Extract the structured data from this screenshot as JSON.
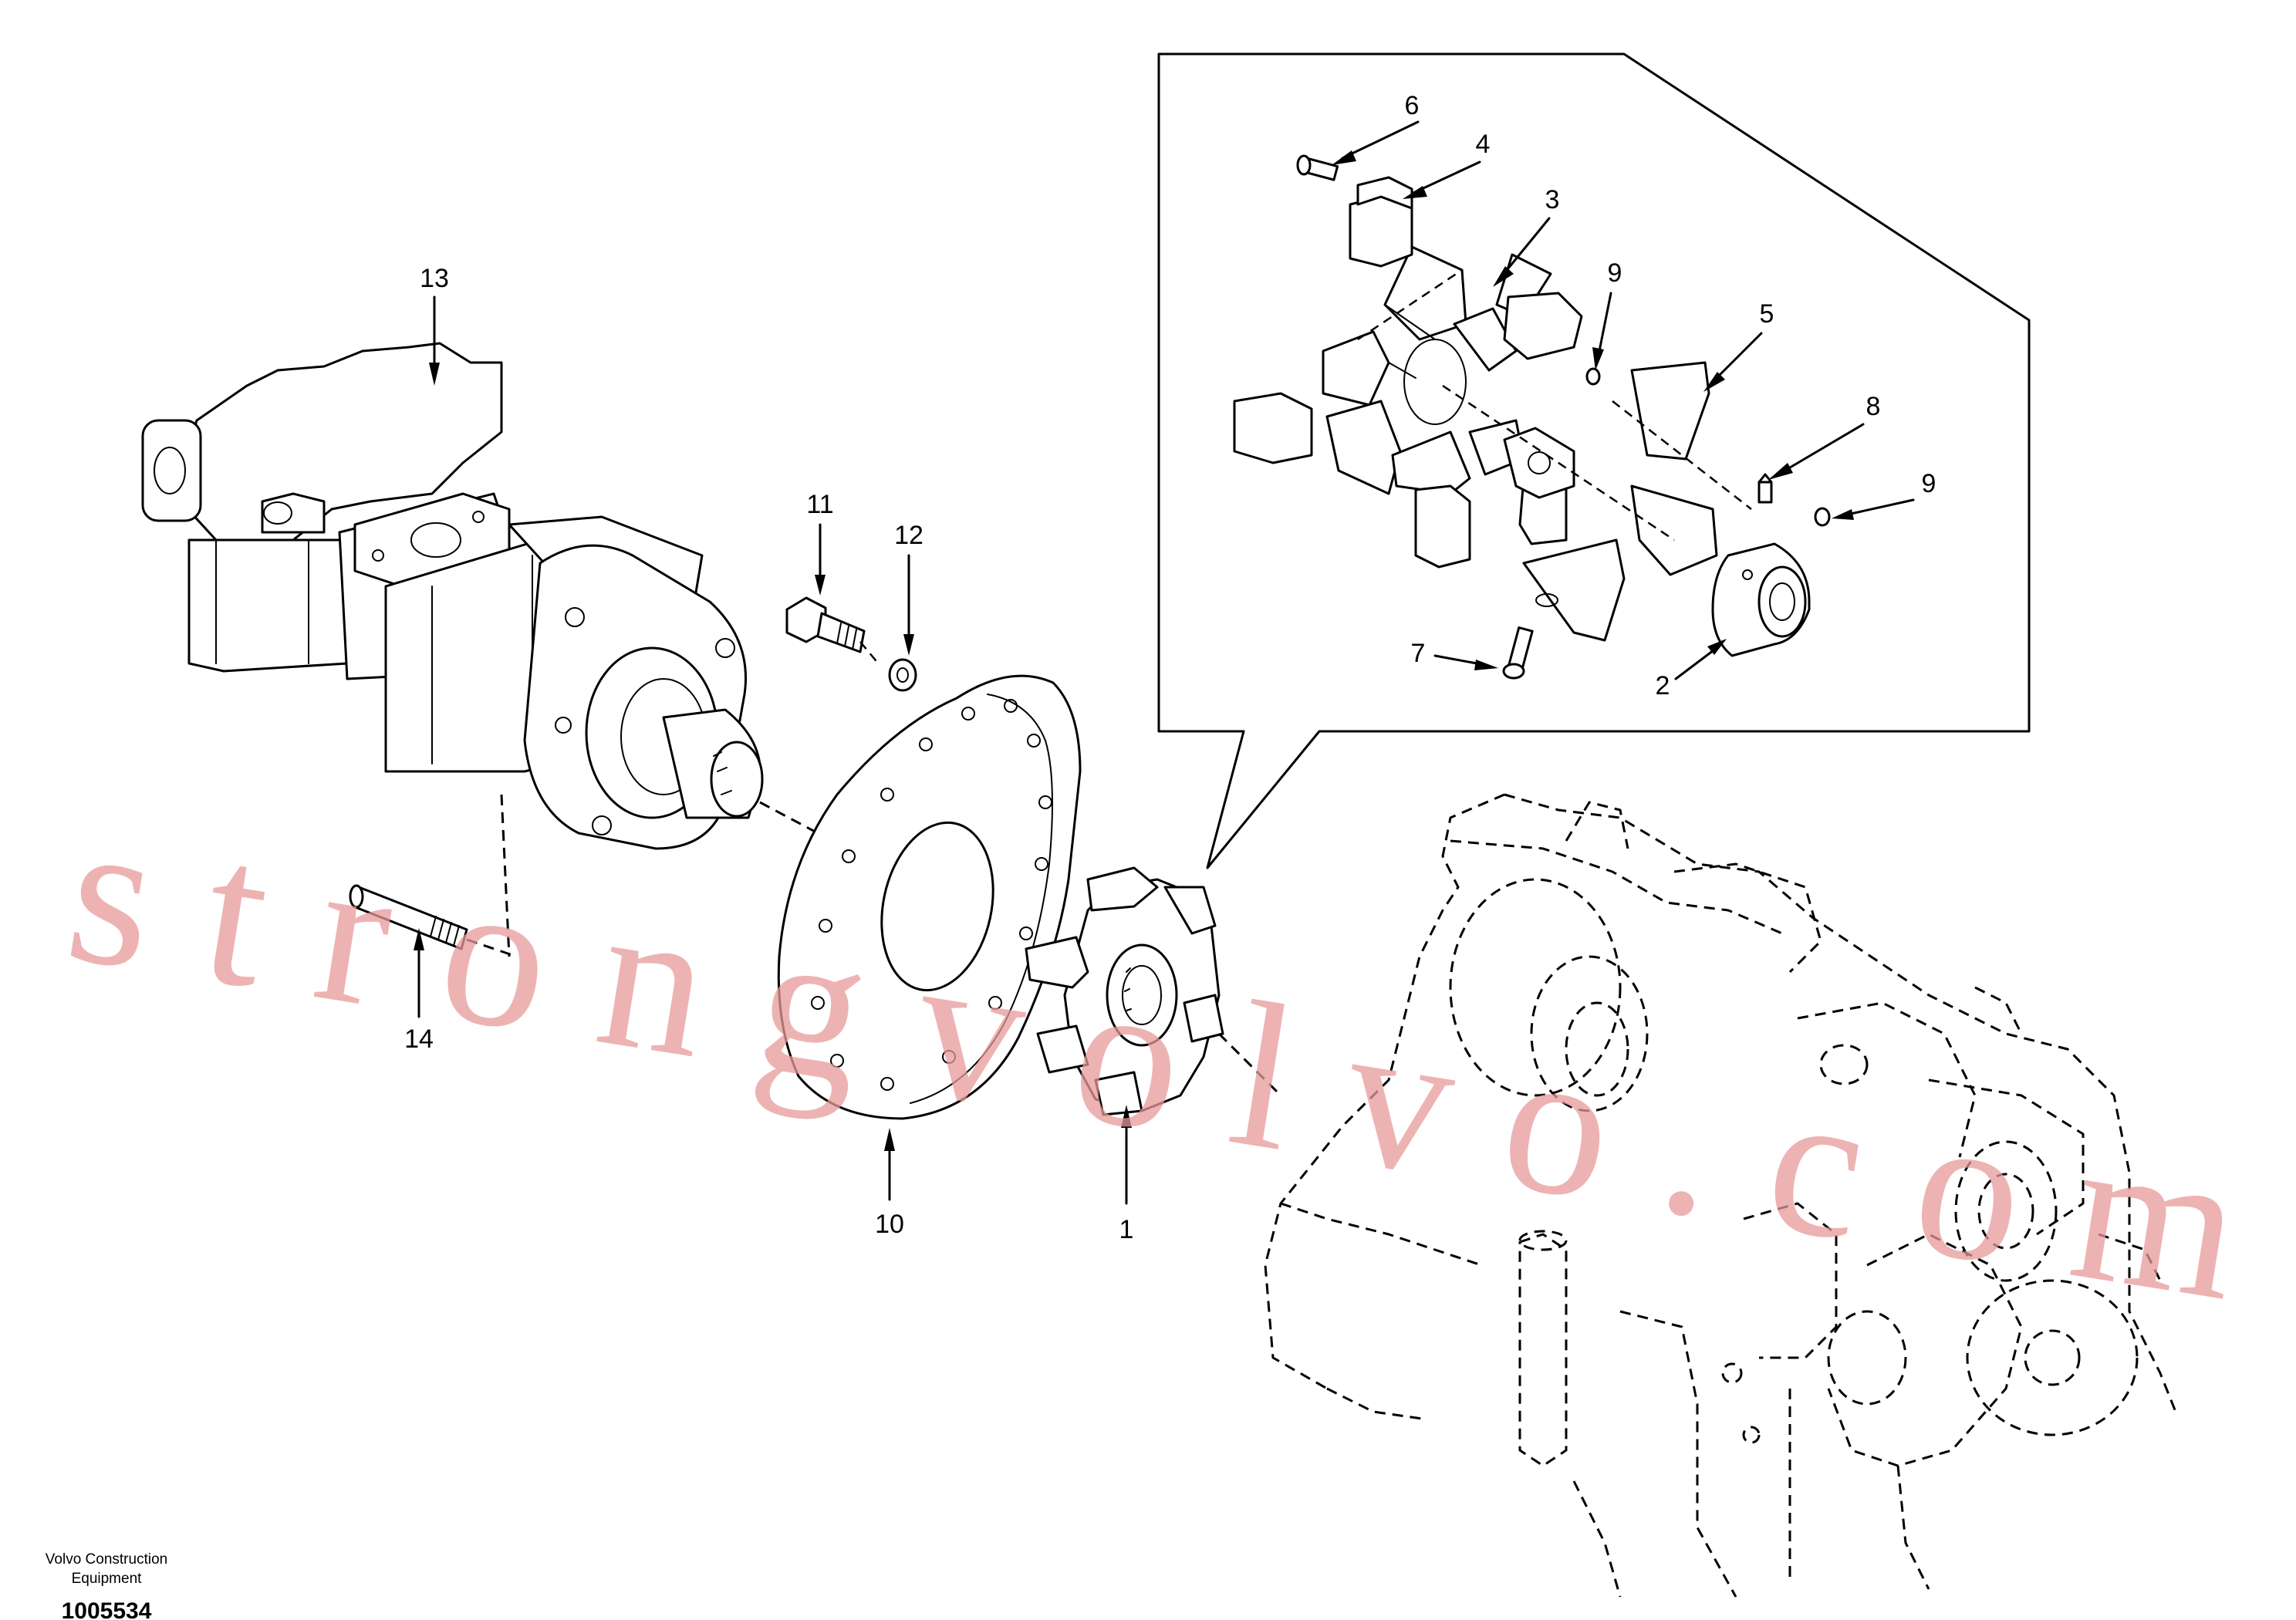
{
  "callouts": [
    {
      "id": "13",
      "label": "13"
    },
    {
      "id": "11",
      "label": "11"
    },
    {
      "id": "12",
      "label": "12"
    },
    {
      "id": "14",
      "label": "14"
    },
    {
      "id": "10",
      "label": "10"
    },
    {
      "id": "1",
      "label": "1"
    },
    {
      "id": "6",
      "label": "6"
    },
    {
      "id": "4",
      "label": "4"
    },
    {
      "id": "3",
      "label": "3"
    },
    {
      "id": "9a",
      "label": "9"
    },
    {
      "id": "5",
      "label": "5"
    },
    {
      "id": "8",
      "label": "8"
    },
    {
      "id": "9b",
      "label": "9"
    },
    {
      "id": "7",
      "label": "7"
    },
    {
      "id": "2",
      "label": "2"
    }
  ],
  "footer": {
    "company_line1": "Volvo Construction",
    "company_line2": "Equipment",
    "drawing_number": "1005534"
  },
  "watermark": {
    "text": "strongvolvo.com",
    "color": "#e79a9a"
  },
  "colors": {
    "line": "#000000",
    "background": "#ffffff"
  }
}
